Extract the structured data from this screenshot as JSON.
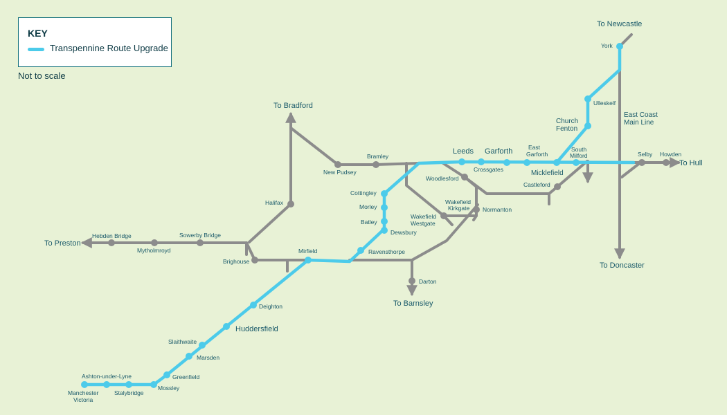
{
  "key": {
    "title": "KEY",
    "route_label": "Transpennine Route Upgrade",
    "route_color": "#4ccbea",
    "network_color": "#8c8c8c"
  },
  "scale_note": "Not to scale",
  "destinations": {
    "newcastle": "To Newcastle",
    "bradford": "To Bradford",
    "preston": "To Preston",
    "hull": "To Hull",
    "doncaster": "To Doncaster",
    "barnsley": "To Barnsley"
  },
  "lines": {
    "east_coast_1": "East Coast",
    "east_coast_2": "Main Line"
  },
  "stations": {
    "york": "York",
    "ulleskelf": "Ulleskelf",
    "church_fenton_1": "Church",
    "church_fenton_2": "Fenton",
    "leeds": "Leeds",
    "garforth": "Garforth",
    "east_garforth_1": "East",
    "east_garforth_2": "Garforth",
    "south_milford_1": "South",
    "south_milford_2": "Milford",
    "selby": "Selby",
    "howden": "Howden",
    "crossgates": "Crossgates",
    "micklefield": "Micklefield",
    "bramley": "Bramley",
    "new_pudsey": "New Pudsey",
    "woodlesford": "Woodlesford",
    "castleford": "Castleford",
    "cottingley": "Cottingley",
    "morley": "Morley",
    "batley": "Batley",
    "dewsbury": "Dewsbury",
    "wakefield_kirkgate_1": "Wakefield",
    "wakefield_kirkgate_2": "Kirkgate",
    "wakefield_westgate_1": "Wakefield",
    "wakefield_westgate_2": "Westgate",
    "normanton": "Normanton",
    "halifax": "Halifax",
    "hebden_bridge": "Hebden Bridge",
    "mytholmroyd": "Mytholmroyd",
    "sowerby_bridge": "Sowerby Bridge",
    "brighouse": "Brighouse",
    "mirfield": "Mirfield",
    "ravensthorpe": "Ravensthorpe",
    "darton": "Darton",
    "deighton": "Deighton",
    "huddersfield": "Huddersfield",
    "slaithwaite": "Slaithwaite",
    "marsden": "Marsden",
    "greenfield": "Greenfield",
    "mossley": "Mossley",
    "stalybridge": "Stalybridge",
    "ashton": "Ashton-under-Lyne",
    "manchester_1": "Manchester",
    "manchester_2": "Victoria"
  }
}
